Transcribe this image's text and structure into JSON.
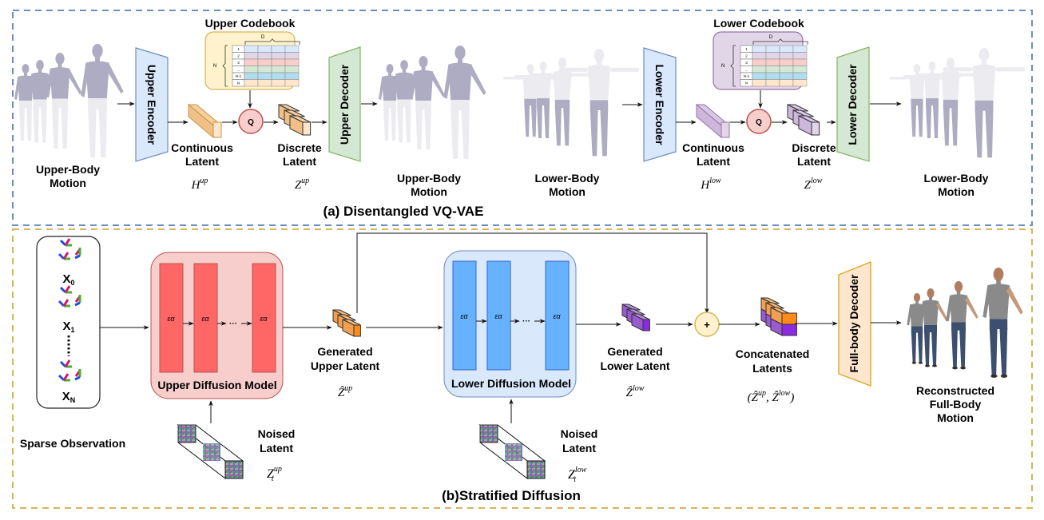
{
  "panel_a": {
    "caption": "(a) Disentangled VQ-VAE",
    "border_color": "#6c8ebf",
    "upper_input": {
      "label_line1": "Upper-Body",
      "label_line2": "Motion"
    },
    "upper_encoder": {
      "label": "Upper Encoder",
      "fill": "#dae8fc",
      "stroke": "#6c8ebf"
    },
    "upper_continuous_latent": {
      "label_line1": "Continuous",
      "label_line2": "Latent",
      "symbol_base": "H",
      "symbol_sup": "up",
      "fill": "#ffe6cc"
    },
    "upper_quantizer": {
      "label": "Q",
      "fill": "#f8cecc",
      "stroke": "#b85450"
    },
    "upper_discrete_latent": {
      "label_line1": "Discrete",
      "label_line2": "Latent",
      "symbol_base": "Z",
      "symbol_sup": "up"
    },
    "upper_codebook": {
      "title": "Upper Codebook",
      "fill": "#fff2cc",
      "stroke": "#d6b656",
      "dim_label": "D",
      "count_label": "N",
      "rows": [
        "1",
        "2",
        "3",
        "...",
        "N-1",
        "N"
      ],
      "row_colors": [
        "#dae8fc",
        "#e1d5e7",
        "#f8cecc",
        "#d5e8d4",
        "#b1ddf0",
        "#ffe6cc"
      ]
    },
    "upper_decoder": {
      "label": "Upper Decoder",
      "fill": "#d5e8d4",
      "stroke": "#82b366"
    },
    "upper_output": {
      "label_line1": "Upper-Body",
      "label_line2": "Motion"
    },
    "lower_input": {
      "label_line1": "Lower-Body",
      "label_line2": "Motion"
    },
    "lower_encoder": {
      "label": "Lower Encoder",
      "fill": "#dae8fc",
      "stroke": "#6c8ebf"
    },
    "lower_continuous_latent": {
      "label_line1": "Continuous",
      "label_line2": "Latent",
      "symbol_base": "H",
      "symbol_sup": "low",
      "fill": "#e1d5e7"
    },
    "lower_quantizer": {
      "label": "Q",
      "fill": "#f8cecc",
      "stroke": "#b85450"
    },
    "lower_discrete_latent": {
      "label_line1": "Discrete",
      "label_line2": "Latent",
      "symbol_base": "Z",
      "symbol_sup": "low"
    },
    "lower_codebook": {
      "title": "Lower Codebook",
      "fill": "#e1d5e7",
      "stroke": "#9673a6",
      "dim_label": "D",
      "count_label": "N",
      "rows": [
        "1",
        "2",
        "3",
        "...",
        "N-1",
        "N"
      ],
      "row_colors": [
        "#dae8fc",
        "#e1d5e7",
        "#f8cecc",
        "#d5e8d4",
        "#b1ddf0",
        "#ffe6cc"
      ]
    },
    "lower_decoder": {
      "label": "Lower Decoder",
      "fill": "#d5e8d4",
      "stroke": "#82b366"
    },
    "lower_output": {
      "label_line1": "Lower-Body",
      "label_line2": "Motion"
    }
  },
  "panel_b": {
    "caption": "(b)Stratified Diffusion",
    "border_color": "#d6b656",
    "sparse_observation": {
      "label": "Sparse Observation",
      "items": [
        {
          "base": "X",
          "sub": "0"
        },
        {
          "base": "X",
          "sub": "1"
        },
        {
          "base": "X",
          "sub": "N"
        }
      ]
    },
    "upper_diffusion": {
      "label": "Upper Diffusion Model",
      "fill": "#f8cecc",
      "stroke": "#b85450",
      "block_fill": "#ff6666",
      "block_label": "εα",
      "ellipsis": "···"
    },
    "upper_noised_latent": {
      "label_line1": "Noised",
      "label_line2": "Latent",
      "symbol_base": "Z",
      "symbol_sub": "t",
      "symbol_sup": "up"
    },
    "generated_upper_latent": {
      "label_line1": "Generated",
      "label_line2": "Upper Latent",
      "symbol": "Ẑ^up",
      "fill": "#ff8c1a"
    },
    "lower_diffusion": {
      "label": "Lower Diffusion Model",
      "fill": "#dae8fc",
      "stroke": "#6c8ebf",
      "block_fill": "#66b2ff",
      "block_label": "εα",
      "ellipsis": "···"
    },
    "lower_noised_latent": {
      "label_line1": "Noised",
      "label_line2": "Latent",
      "symbol_base": "Z",
      "symbol_sub": "t",
      "symbol_sup": "low"
    },
    "generated_lower_latent": {
      "label_line1": "Generated",
      "label_line2": "Lower Latent",
      "symbol": "Ẑ^low",
      "fill": "#8a2be2"
    },
    "adder": {
      "label": "+",
      "fill": "#fff2cc",
      "stroke": "#d6b656"
    },
    "concatenated_latents": {
      "label_line1": "Concatenated",
      "label_line2": "Latents",
      "symbol": "(Ẑ^up, Ẑ^low)"
    },
    "full_body_decoder": {
      "label": "Full-body Decoder",
      "fill": "#ffe6cc",
      "stroke": "#d79b00"
    },
    "output": {
      "label_line1": "Reconstructed",
      "label_line2": "Full-Body",
      "label_line3": "Motion"
    }
  }
}
